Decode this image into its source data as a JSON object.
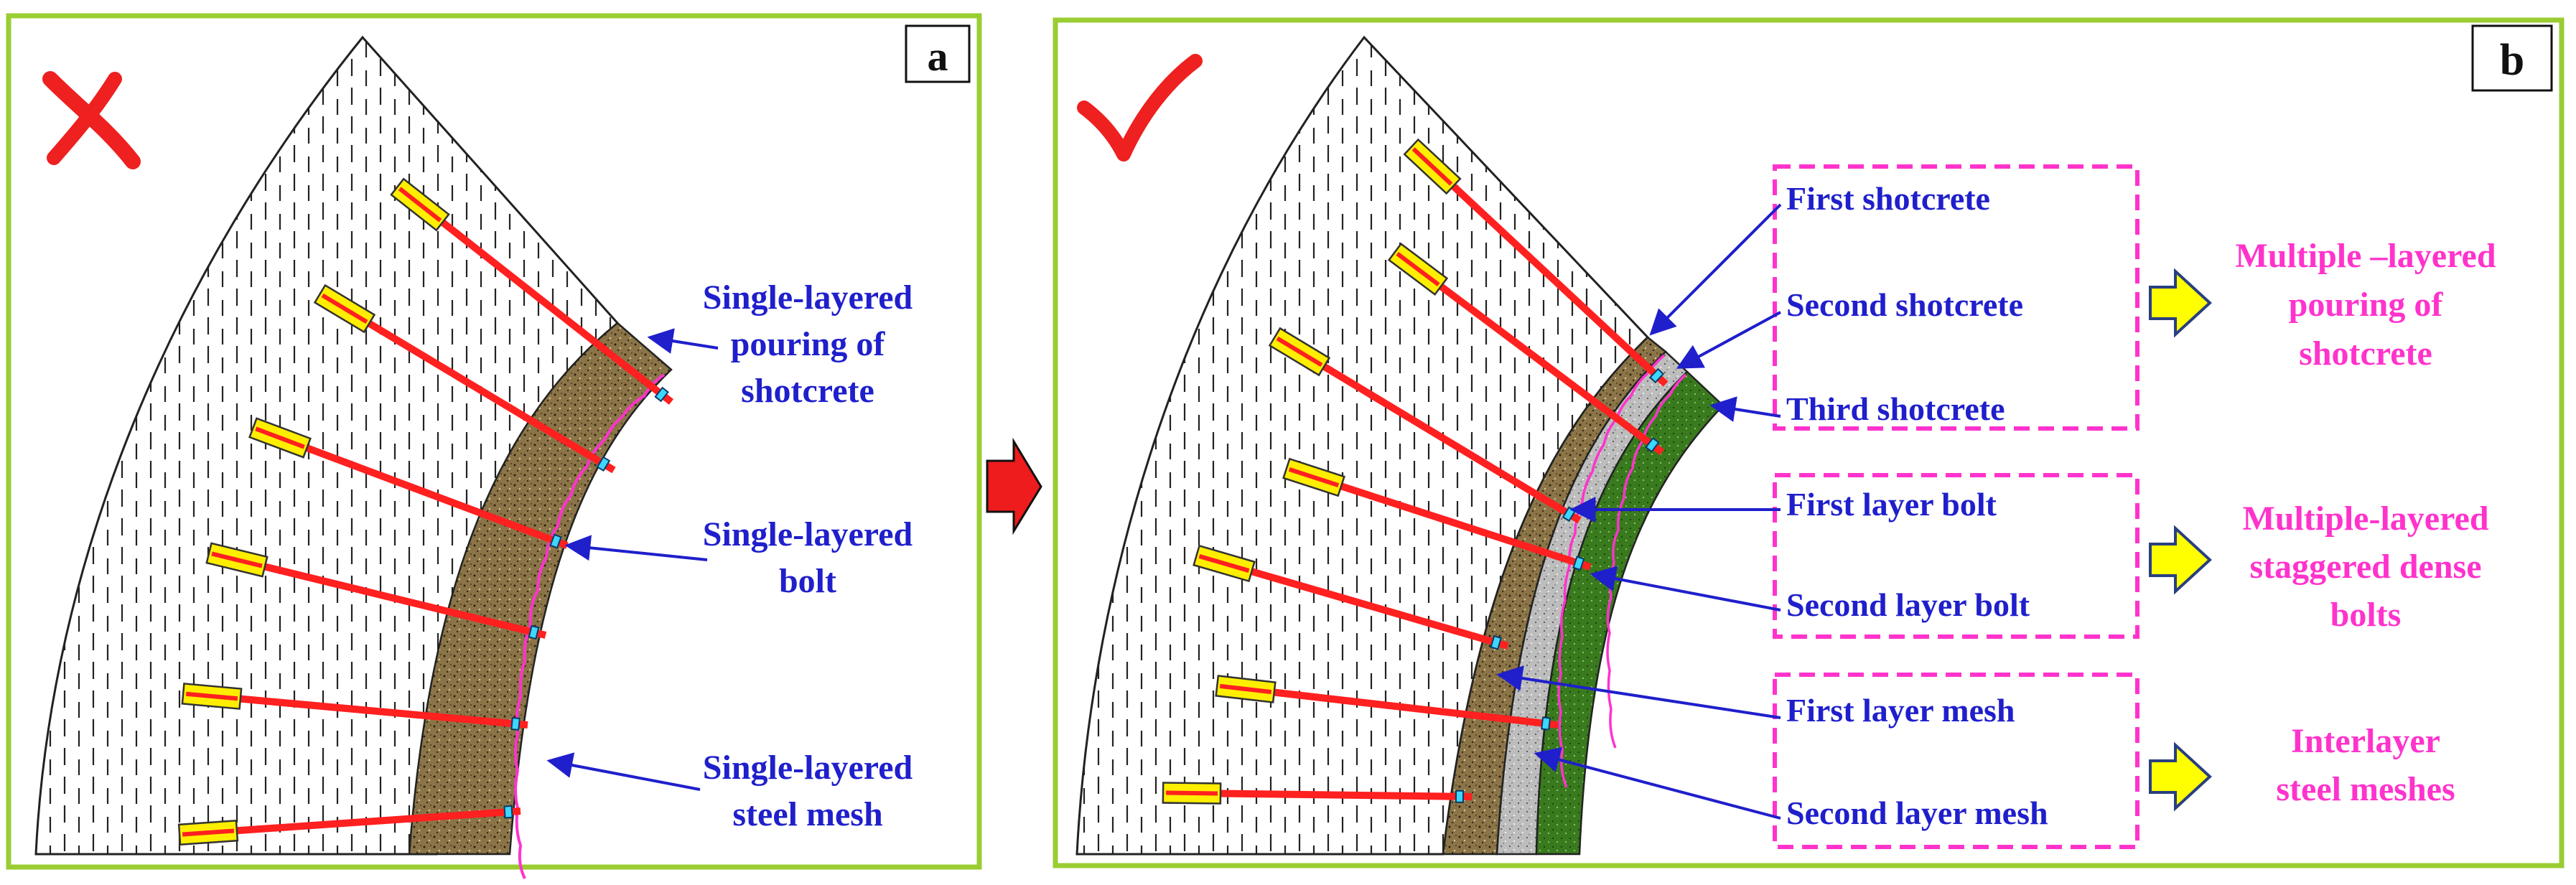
{
  "panel_a": {
    "tag": "a",
    "status_mark": "cross",
    "labels": {
      "shotcrete_1": "Single-layered",
      "shotcrete_2": "pouring of",
      "shotcrete_3": "shotcrete",
      "bolt_1": "Single-layered",
      "bolt_2": "bolt",
      "mesh_1": "Single-layered",
      "mesh_2": "steel mesh"
    }
  },
  "panel_b": {
    "tag": "b",
    "status_mark": "check",
    "labels": {
      "first_shotcrete": "First shotcrete",
      "second_shotcrete": "Second shotcrete",
      "third_shotcrete": "Third shotcrete",
      "first_bolt": "First layer bolt",
      "second_bolt": "Second layer bolt",
      "first_mesh": "First layer mesh",
      "second_mesh": "Second layer mesh"
    },
    "results": {
      "shotcrete_1": "Multiple –layered",
      "shotcrete_2": "pouring of",
      "shotcrete_3": "shotcrete",
      "bolts_1": "Multiple-layered",
      "bolts_2": "staggered dense",
      "bolts_3": "bolts",
      "mesh_1": "Interlayer",
      "mesh_2": "steel meshes"
    }
  },
  "colors": {
    "frame": "#9acd32",
    "callout": "#1f1fcc",
    "group_box": "#ff33cc",
    "bolt": "#ff2020",
    "bolt_head": "#ffee00",
    "shotcrete_brown": "#8b7548",
    "shotcrete_gray": "#bdbdbd",
    "shotcrete_green": "#3a7a1e",
    "result_arrow": "#ffff00"
  }
}
